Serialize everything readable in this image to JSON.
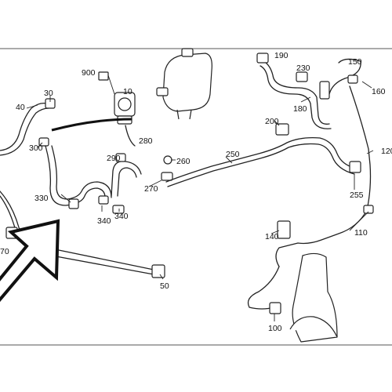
{
  "diagram": {
    "part_labels": {
      "p900": "900",
      "p10": "10",
      "p30": "30",
      "p40": "40",
      "p300": "300",
      "p280": "280",
      "p290": "290",
      "p260": "260",
      "p270": "270",
      "p250": "250",
      "p330": "330",
      "p340a": "340",
      "p340b": "340",
      "p70": "70",
      "p50": "50",
      "p190": "190",
      "p230": "230",
      "p150": "150",
      "p180": "180",
      "p160": "160",
      "p200": "200",
      "p120": "120",
      "p255": "255",
      "p110": "110",
      "p140": "140",
      "p100": "100"
    }
  }
}
